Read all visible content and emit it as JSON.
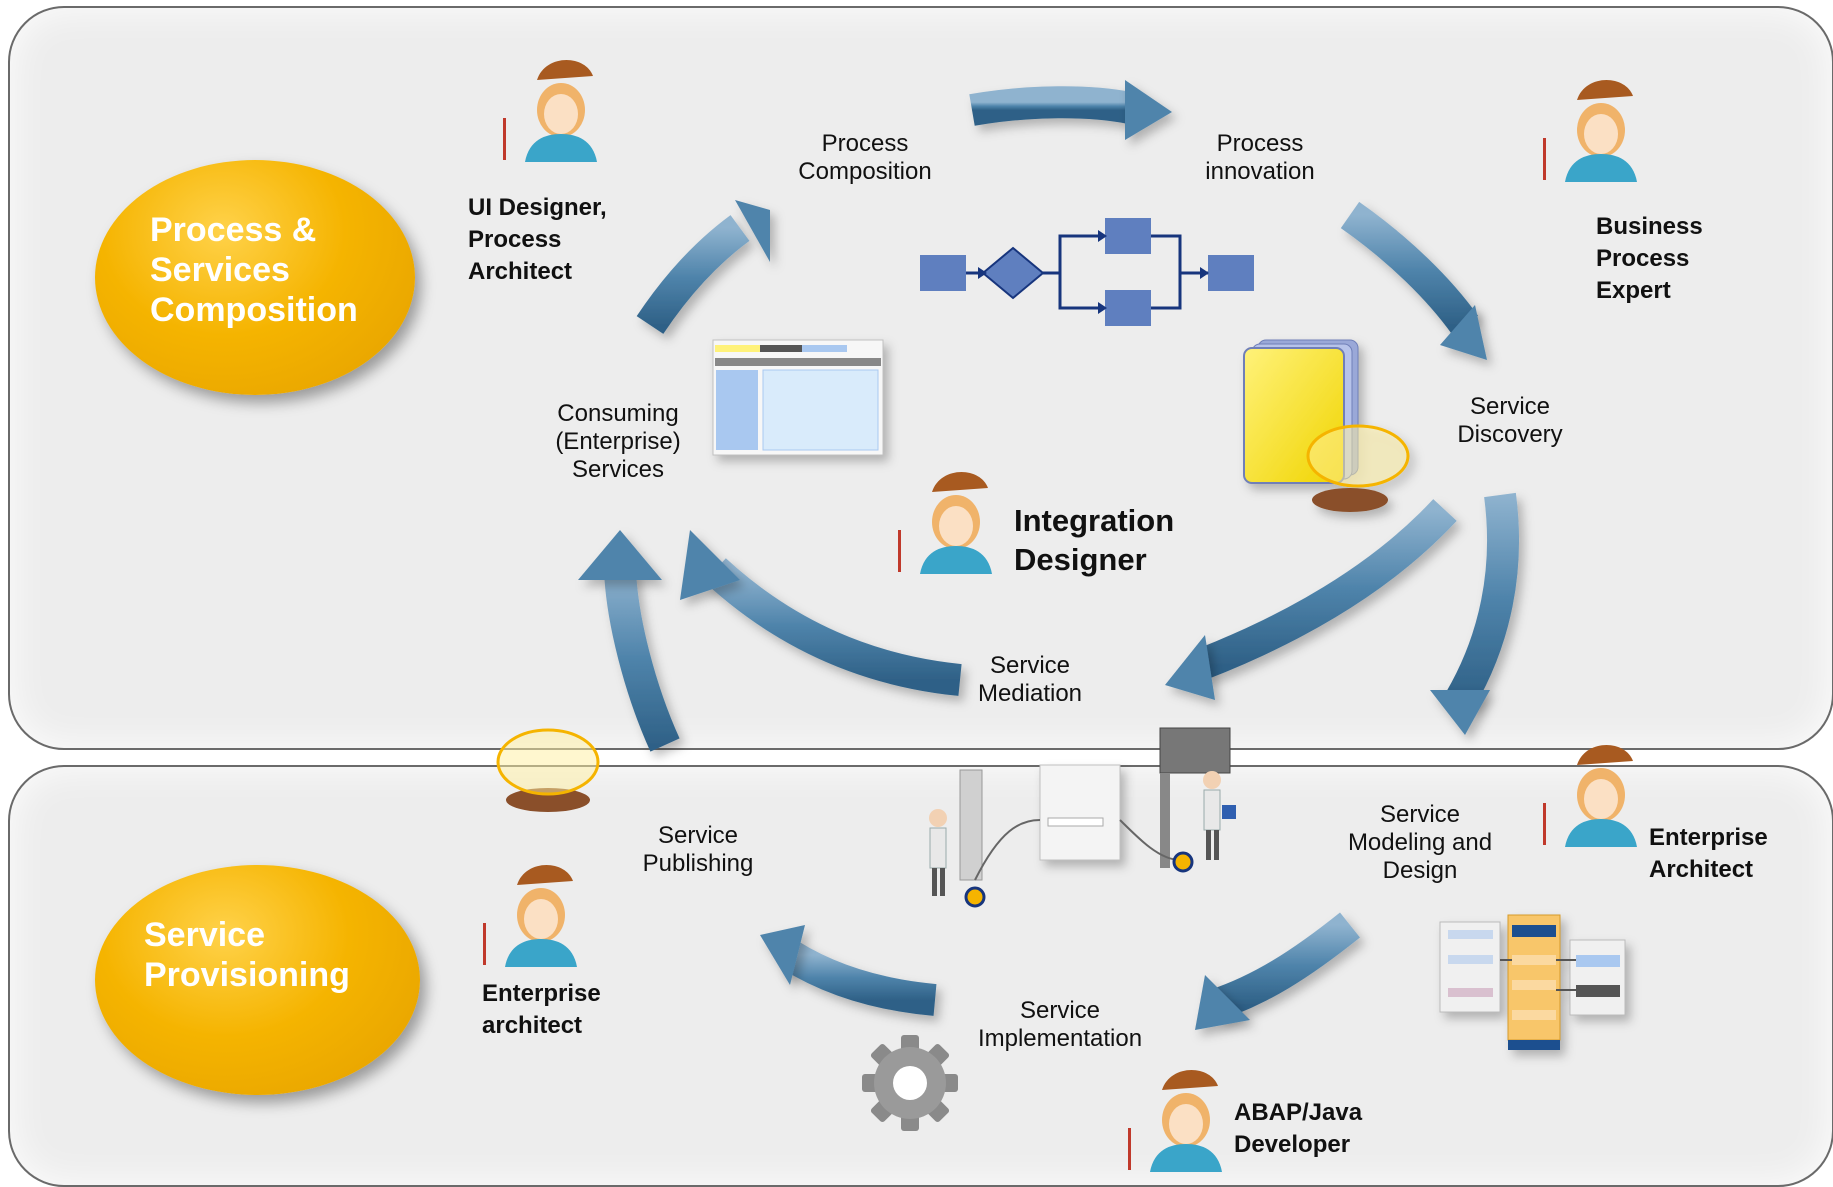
{
  "sections": {
    "composition": {
      "label": "Process &\nServices\nComposition"
    },
    "provisioning": {
      "label": "Service\nProvisioning"
    }
  },
  "steps": {
    "process_composition": "Process\nComposition",
    "process_innovation": "Process\ninnovation",
    "service_discovery": "Service\nDiscovery",
    "consuming_services": "Consuming\n(Enterprise)\nServices",
    "service_mediation": "Service\nMediation",
    "service_publishing": "Service\nPublishing",
    "service_modeling": "Service\nModeling and\nDesign",
    "service_implementation": "Service\nImplementation"
  },
  "roles": {
    "ui_designer": "UI Designer,\nProcess\nArchitect",
    "business_process_expert": "Business\nProcess\nExpert",
    "integration_designer": "Integration\nDesigner",
    "enterprise_architect_right": "Enterprise\nArchitect",
    "enterprise_architect_left": "Enterprise\narchitect",
    "abap_java_developer": "ABAP/Java\nDeveloper"
  },
  "colors": {
    "arrow": "#4f84ab",
    "ellipse": "#f5b400",
    "flow_box": "#5f7fbf",
    "flow_line": "#17357d"
  },
  "icons": [
    "person-icon",
    "process-flow-icon",
    "ui-screen-icon",
    "service-repository-book-icon",
    "gear-icon",
    "server-icon",
    "model-diagram-icon"
  ]
}
